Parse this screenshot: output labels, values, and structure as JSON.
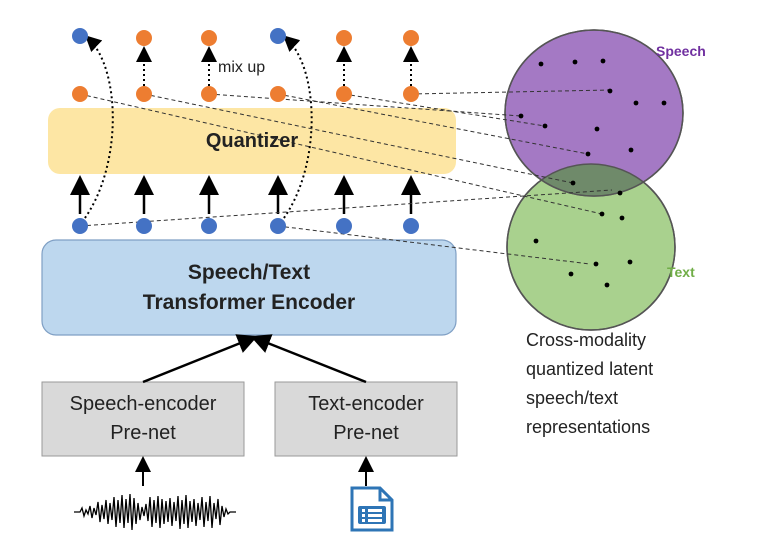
{
  "diagram": {
    "encoder": {
      "line1": "Speech/Text",
      "line2": "Transformer Encoder"
    },
    "quantizer": {
      "label": "Quantizer"
    },
    "speech_prenet": {
      "line1": "Speech-encoder",
      "line2": "Pre-net"
    },
    "text_prenet": {
      "line1": "Text-encoder",
      "line2": "Pre-net"
    },
    "mix_up": "mix up",
    "venn": {
      "speech_label": "Speech",
      "text_label": "Text"
    },
    "caption": [
      "Cross-modality",
      "quantized latent",
      "speech/text",
      "representations"
    ],
    "icons": {
      "waveform": "speech-waveform-icon",
      "document": "text-document-icon"
    },
    "colors": {
      "blue_dot": "#4472c4",
      "orange_dot": "#ed7d31",
      "quantizer_fill": "#fde39a",
      "encoder_fill": "#bdd7ee",
      "prenet_fill": "#d9d9d9",
      "speech_circle": "#a479c4",
      "text_circle": "#a9d18e",
      "overlap": "#6f8a6a"
    }
  }
}
